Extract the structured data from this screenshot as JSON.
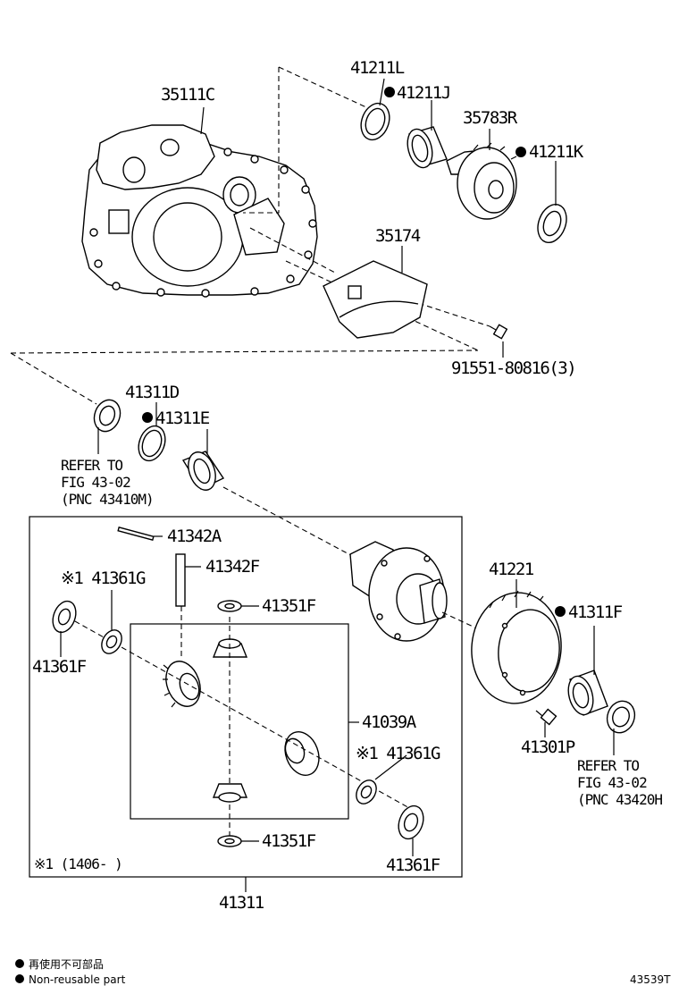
{
  "diagram": {
    "labels": {
      "p35111C": "35111C",
      "p41211L": "41211L",
      "p41211J": "41211J",
      "p35783R": "35783R",
      "p41211K": "41211K",
      "p35174": "35174",
      "p91551": "91551-80816(3)",
      "p41311D": "41311D",
      "p41311E": "41311E",
      "refer1_line1": "REFER TO",
      "refer1_line2": "FIG 43-02",
      "refer1_line3": "(PNC 43410M)",
      "p41342A": "41342A",
      "p41342F": "41342F",
      "p41361G_a": "※1 41361G",
      "p41351F_a": "41351F",
      "p41361F_a": "41361F",
      "p41039A": "41039A",
      "p41361G_b": "※1 41361G",
      "p41351F_b": "41351F",
      "p41361F_b": "41361F",
      "note_range": "※1 (1406-     )",
      "p41311": "41311",
      "p41221": "41221",
      "p41311F": "41311F",
      "p41301P": "41301P",
      "refer2_line1": "REFER TO",
      "refer2_line2": "FIG 43-02",
      "refer2_line3": "(PNC 43420H"
    },
    "legend": {
      "line1": "再使用不可部品",
      "line2": "Non-reusable part"
    },
    "figure_id": "43539T"
  }
}
